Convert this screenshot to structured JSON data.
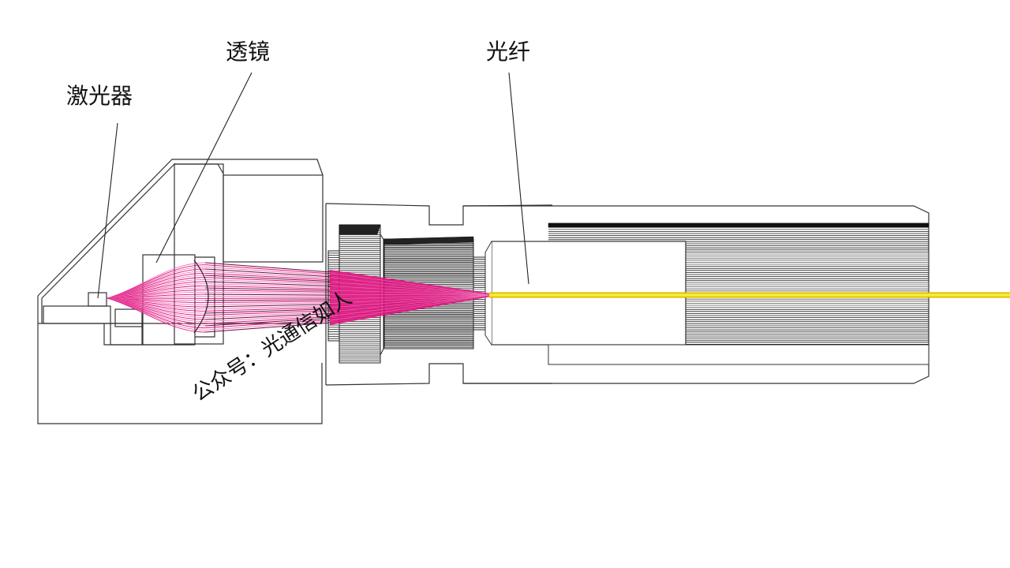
{
  "diagram": {
    "title": "Laser-to-fiber coupling cross-section",
    "labels": {
      "laser": "激光器",
      "lens": "透镜",
      "fiber": "光纤"
    },
    "watermark": "公众号：光通信如人",
    "colors": {
      "beam": "#e0107f",
      "beam_light": "#f07ab8",
      "fiber_core": "#f2e200",
      "fiber_edge": "#c8a800",
      "outline": "#333333",
      "hatch": "#1a1a1a",
      "background": "#ffffff"
    }
  }
}
